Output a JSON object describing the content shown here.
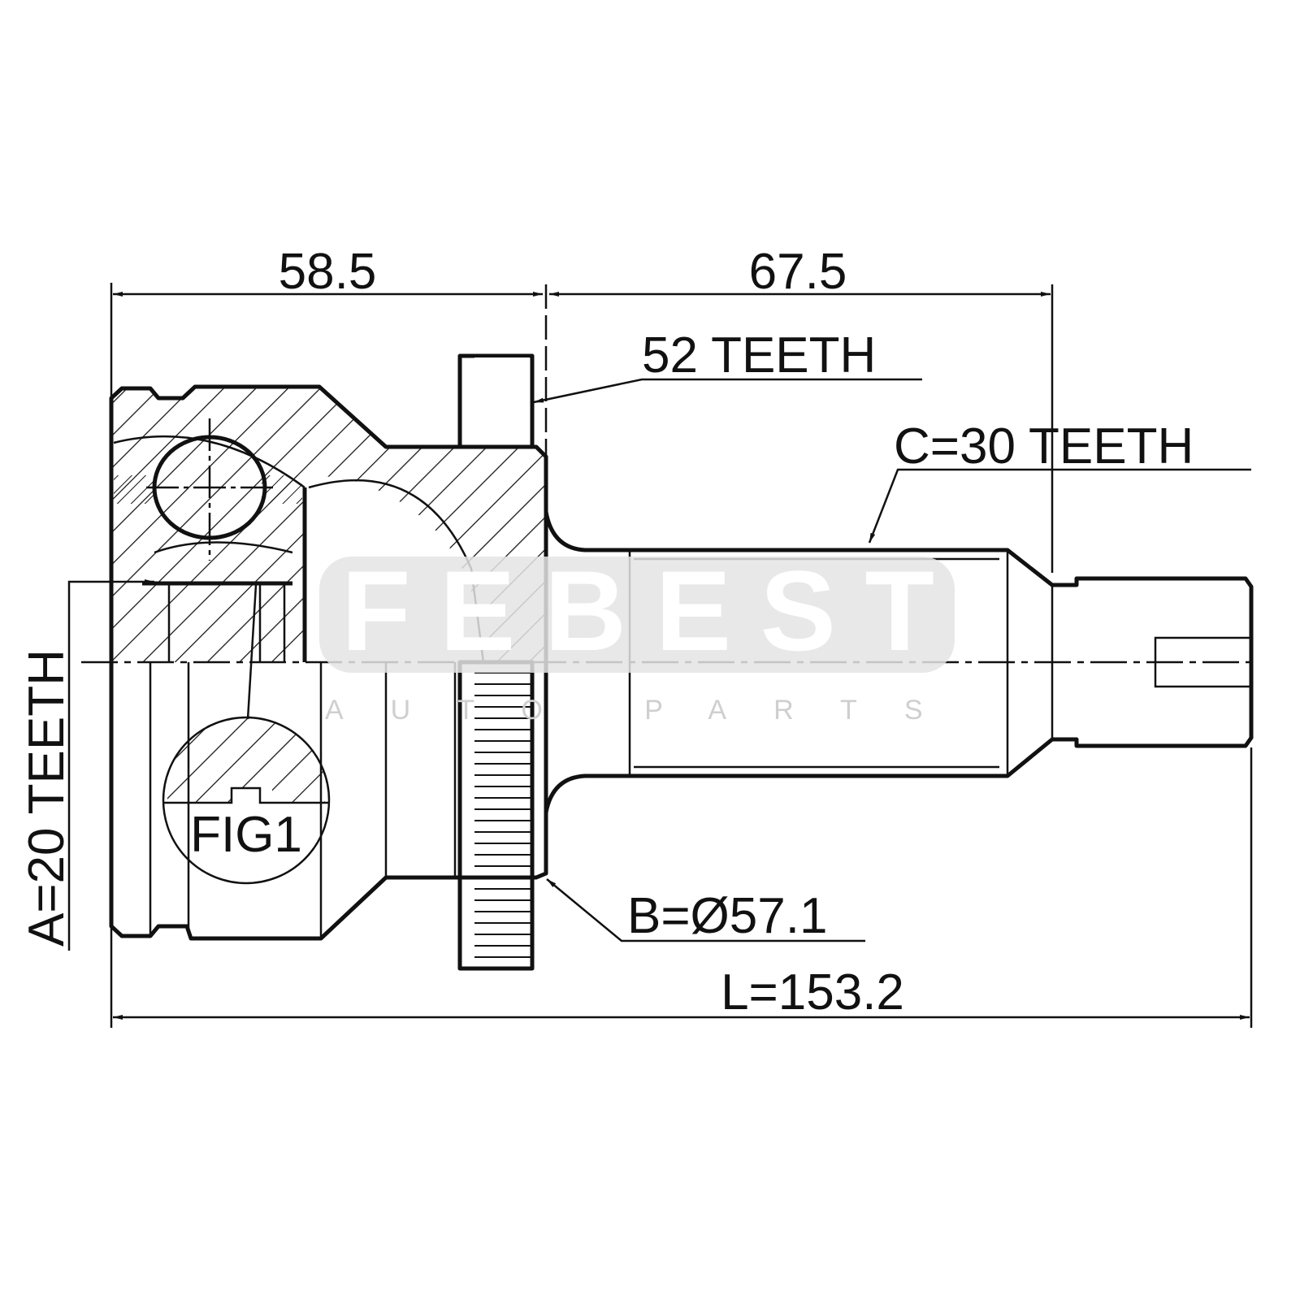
{
  "dimensions": {
    "housing_length": "58.5",
    "shaft_length": "67.5",
    "abs_teeth": "52 TEETH",
    "outer_spline": "C=30 TEETH",
    "inner_spline": "A=20 TEETH",
    "abs_ring_diameter": "B=Ø57.1",
    "total_length": "L=153.2"
  },
  "figure_label": "FIG1",
  "watermark": {
    "brand": "FEBEST",
    "subtitle": "AUTO PARTS"
  },
  "colors": {
    "line": "#111111",
    "watermark": "#e4e4e4"
  }
}
